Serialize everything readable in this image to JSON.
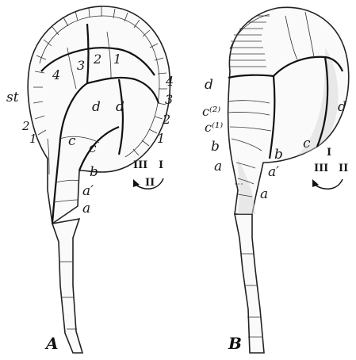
{
  "figure_a": {
    "panel": "A",
    "labels": {
      "st": "st",
      "four_inner": "4",
      "three_inner": "3",
      "two_inner": "2",
      "one_inner": "1",
      "d_left": "d",
      "d_right": "d",
      "c_left": "c",
      "c_right": "c",
      "two_left": "2",
      "one_left": "1",
      "four_right": "4",
      "three_right": "3",
      "two_right": "2",
      "one_right": "1",
      "b": "b",
      "a_prime": "a′",
      "a": "a"
    },
    "rotation": {
      "r1": "III",
      "r2": "I",
      "r3": "II"
    }
  },
  "figure_b": {
    "panel": "B",
    "labels": {
      "d_left": "d",
      "c2": "c⁽²⁾",
      "c1": "c⁽¹⁾",
      "b_left": "b",
      "a_left": "a",
      "d_right": "d",
      "c_right": "c",
      "b_right": "b",
      "a_prime": "a′",
      "a_right": "a"
    },
    "rotation": {
      "r1": "I",
      "r2": "III",
      "r3": "II"
    }
  }
}
